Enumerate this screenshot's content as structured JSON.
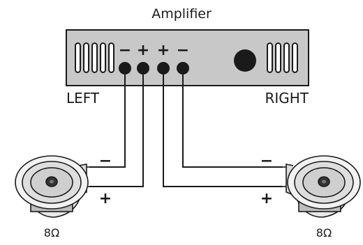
{
  "diagram": {
    "title": "Amplifier",
    "channels": {
      "left": "LEFT",
      "right": "RIGHT"
    },
    "terminals": [
      "−",
      "+",
      "+",
      "−"
    ],
    "wire_signs": {
      "left_top": "−",
      "left_bottom": "+",
      "right_top": "−",
      "right_bottom": "+"
    },
    "speakers": [
      {
        "impedance": "8Ω"
      },
      {
        "impedance": "8Ω"
      }
    ],
    "colors": {
      "panel": "#c8c8c8",
      "line": "#1a1a1a",
      "background": "#ffffff"
    }
  }
}
